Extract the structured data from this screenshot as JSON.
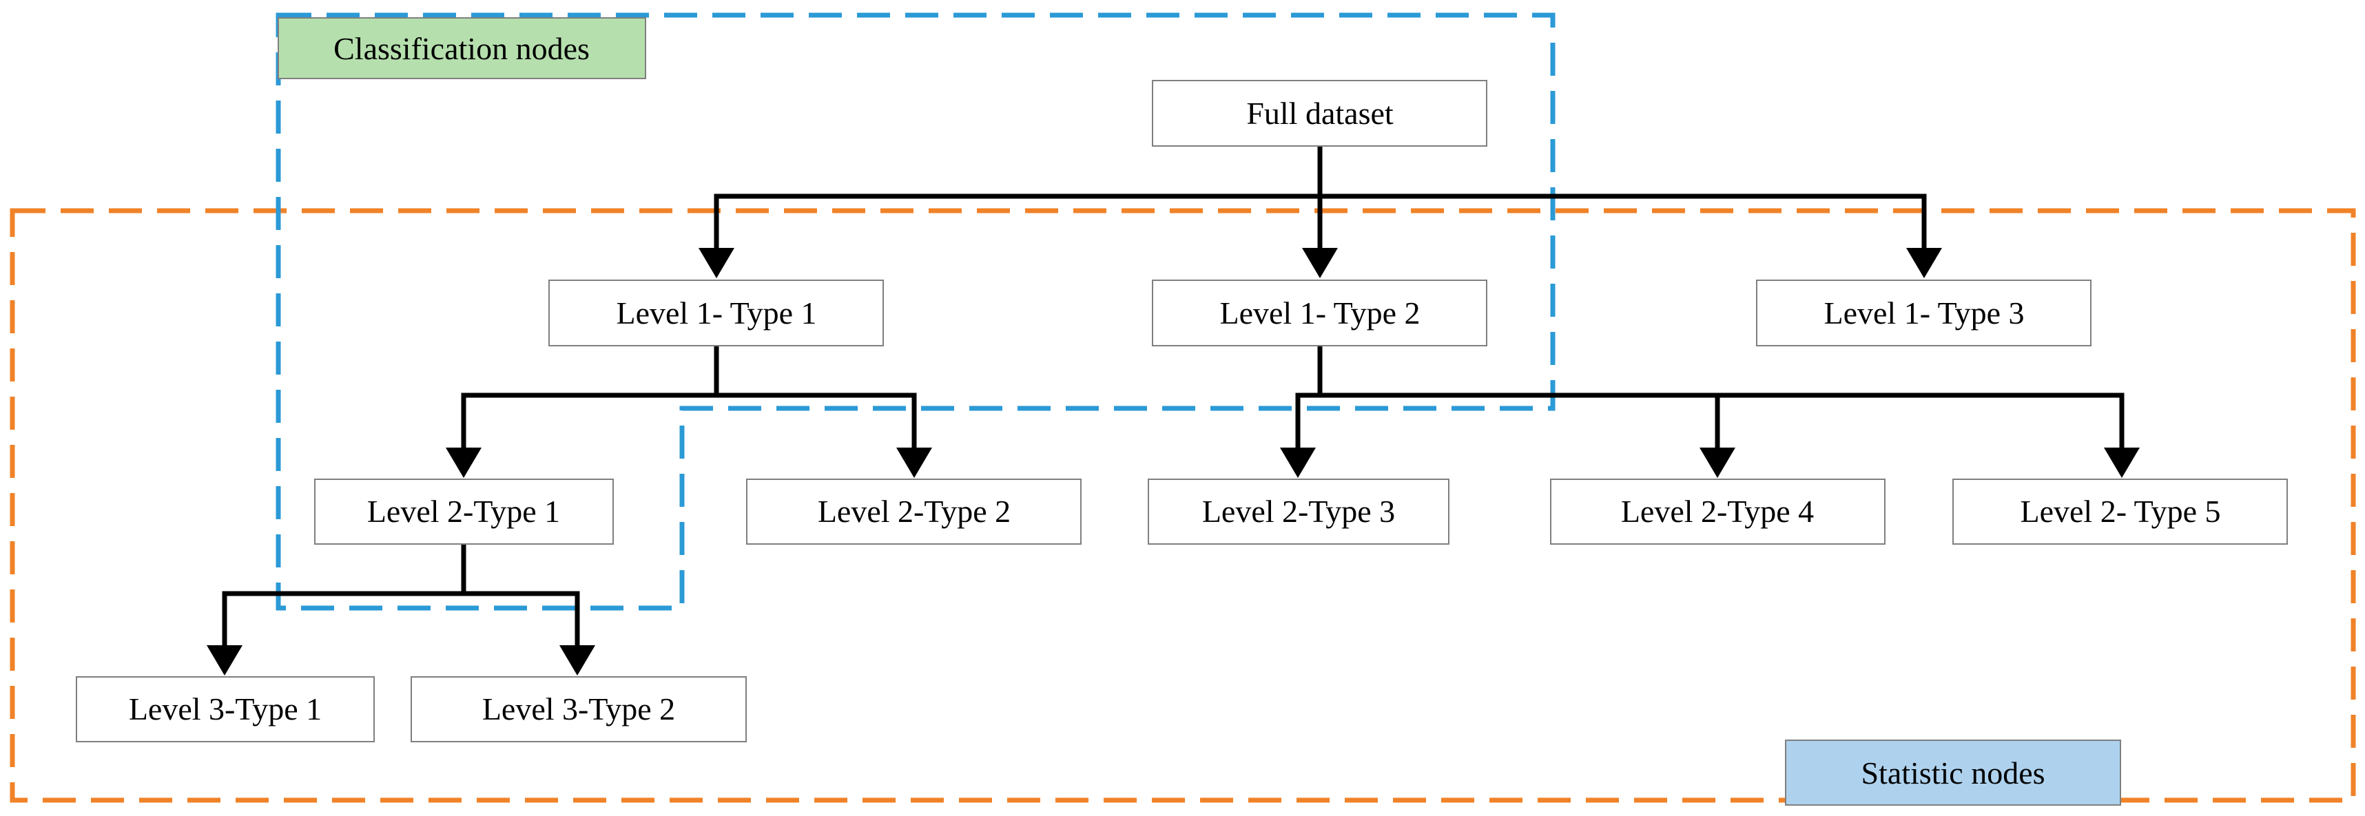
{
  "legend": {
    "classification": {
      "label": "Classification nodes",
      "fill": "#b5dfad",
      "border": "#2b9ad6"
    },
    "statistic": {
      "label": "Statistic nodes",
      "fill": "#aed2ee",
      "border": "#f08228"
    }
  },
  "nodes": {
    "root": "Full dataset",
    "l1_t1": "Level 1- Type 1",
    "l1_t2": "Level 1- Type 2",
    "l1_t3": "Level 1- Type 3",
    "l2_t1": "Level 2-Type 1",
    "l2_t2": "Level 2-Type 2",
    "l2_t3": "Level 2-Type 3",
    "l2_t4": "Level 2-Type 4",
    "l2_t5": "Level 2- Type 5",
    "l3_t1": "Level 3-Type 1",
    "l3_t2": "Level 3-Type 2"
  },
  "edges": [
    [
      "root",
      "l1_t1"
    ],
    [
      "root",
      "l1_t2"
    ],
    [
      "root",
      "l1_t3"
    ],
    [
      "l1_t1",
      "l2_t1"
    ],
    [
      "l1_t1",
      "l2_t2"
    ],
    [
      "l1_t2",
      "l2_t3"
    ],
    [
      "l1_t2",
      "l2_t4"
    ],
    [
      "l1_t2",
      "l2_t5"
    ],
    [
      "l2_t1",
      "l3_t1"
    ],
    [
      "l2_t1",
      "l3_t2"
    ]
  ]
}
